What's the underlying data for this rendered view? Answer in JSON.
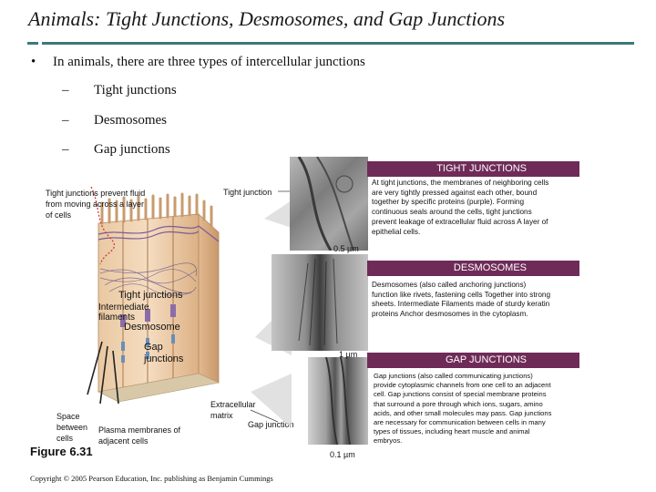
{
  "slide": {
    "title": "Animals: Tight Junctions, Desmosomes, and Gap Junctions",
    "bullet_marker": "•",
    "bullet": "In animals, there are three types of intercellular junctions",
    "subitem_marker": "–",
    "subitems": [
      "Tight junctions",
      "Desmosomes",
      "Gap junctions"
    ],
    "figure_label": "Figure 6.31",
    "copyright": "Copyright © 2005 Pearson Education, Inc. publishing as Benjamin Cummings"
  },
  "figure": {
    "labels": {
      "tight_prevent": "Tight junctions prevent fluid from moving across a layer of cells",
      "tight_junction": "Tight junction",
      "tight_junctions": "Tight junctions",
      "intermediate_filaments": "Intermediate filaments",
      "desmosome": "Desmosome",
      "gap_junctions": "Gap junctions",
      "space_between": "Space between cells",
      "plasma_membranes": "Plasma membranes of adjacent cells",
      "extracellular_matrix": "Extracellular matrix",
      "gap_junction": "Gap junction"
    },
    "panels": [
      {
        "banner": "TIGHT JUNCTIONS",
        "scale": "0.5 µm",
        "description": "At tight junctions, the membranes of neighboring cells are very tightly pressed against each other, bound together by specific proteins (purple). Forming continuous seals around the cells, tight junctions prevent leakage of extracellular fluid across A layer of epithelial cells."
      },
      {
        "banner": "DESMOSOMES",
        "scale": "1 µm",
        "description": "Desmosomes (also called anchoring junctions) function like rivets, fastening cells Together into strong sheets. Intermediate Filaments made of sturdy keratin proteins Anchor desmosomes in the cytoplasm."
      },
      {
        "banner": "GAP JUNCTIONS",
        "scale": "0.1 µm",
        "description": "Gap junctions (also called communicating junctions) provide cytoplasmic channels from one cell to an adjacent cell. Gap junctions consist of special membrane proteins that surround a pore through which ions, sugars, amino acids, and other small molecules may pass. Gap junctions are necessary for communication between cells in many types of tissues, including heart muscle and animal embryos."
      }
    ]
  }
}
